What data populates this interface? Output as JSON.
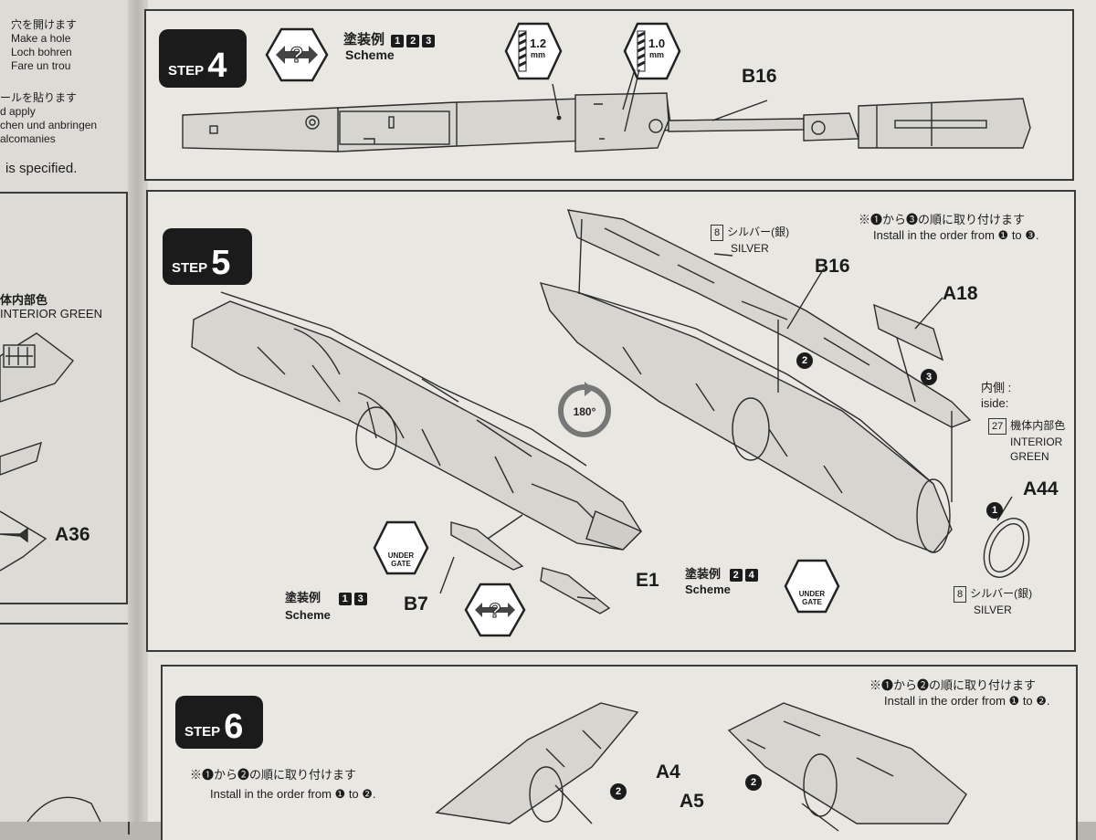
{
  "left_page": {
    "notes": [
      "穴を開けます",
      "Make a hole",
      "Loch bohren",
      "Fare un trou",
      "ールを貼ります",
      "d apply",
      "chen und anbringen",
      "alcomanies"
    ],
    "specified": "is specified.",
    "interior_jp": "体内部色",
    "interior_en": "INTERIOR GREEN",
    "part_a36": "A36"
  },
  "step4": {
    "step_word": "STEP",
    "step_number": "4",
    "scheme_jp": "塗装例",
    "scheme_en": "Scheme",
    "scheme_numbers": [
      "1",
      "2",
      "3"
    ],
    "drill_1": "1.2",
    "drill_1_unit": "mm",
    "drill_2": "1.0",
    "drill_2_unit": "mm",
    "part": "B16"
  },
  "step5": {
    "step_word": "STEP",
    "step_number": "5",
    "order_note_jp": "※❶から❸の順に取り付けます",
    "order_note_en": "Install in the order from ❶ to ❸.",
    "silver_top_num": "8",
    "silver_top_jp": "シルバー(銀)",
    "silver_top_en": "SILVER",
    "part_b16": "B16",
    "part_a18": "A18",
    "rotate": "180°",
    "inside_jp": "内側 :",
    "inside_en": "iside:",
    "interior_num": "27",
    "interior_jp": "機体内部色",
    "interior_en_1": "INTERIOR",
    "interior_en_2": "GREEN",
    "part_a44": "A44",
    "silver_bot_num": "8",
    "silver_bot_jp": "シルバー(銀)",
    "silver_bot_en": "SILVER",
    "under_gate": "UNDER GATE",
    "scheme_left_jp": "塗装例",
    "scheme_left_en": "Scheme",
    "scheme_left_numbers": [
      "1",
      "3"
    ],
    "part_b7": "B7",
    "part_e1": "E1",
    "scheme_right_jp": "塗装例",
    "scheme_right_en": "Scheme",
    "scheme_right_numbers": [
      "2",
      "4"
    ],
    "order_markers": [
      "1",
      "2",
      "3"
    ]
  },
  "step6": {
    "step_word": "STEP",
    "step_number": "6",
    "order_note_jp_right": "※❶から❷の順に取り付けます",
    "order_note_en_right": "Install in the order from ❶ to ❷.",
    "order_note_jp_left": "※❶から❷の順に取り付けます",
    "order_note_en_left": "Install in the order from ❶ to ❷.",
    "part_a4": "A4",
    "part_a5": "A5",
    "order_markers": [
      "2",
      "2"
    ]
  }
}
